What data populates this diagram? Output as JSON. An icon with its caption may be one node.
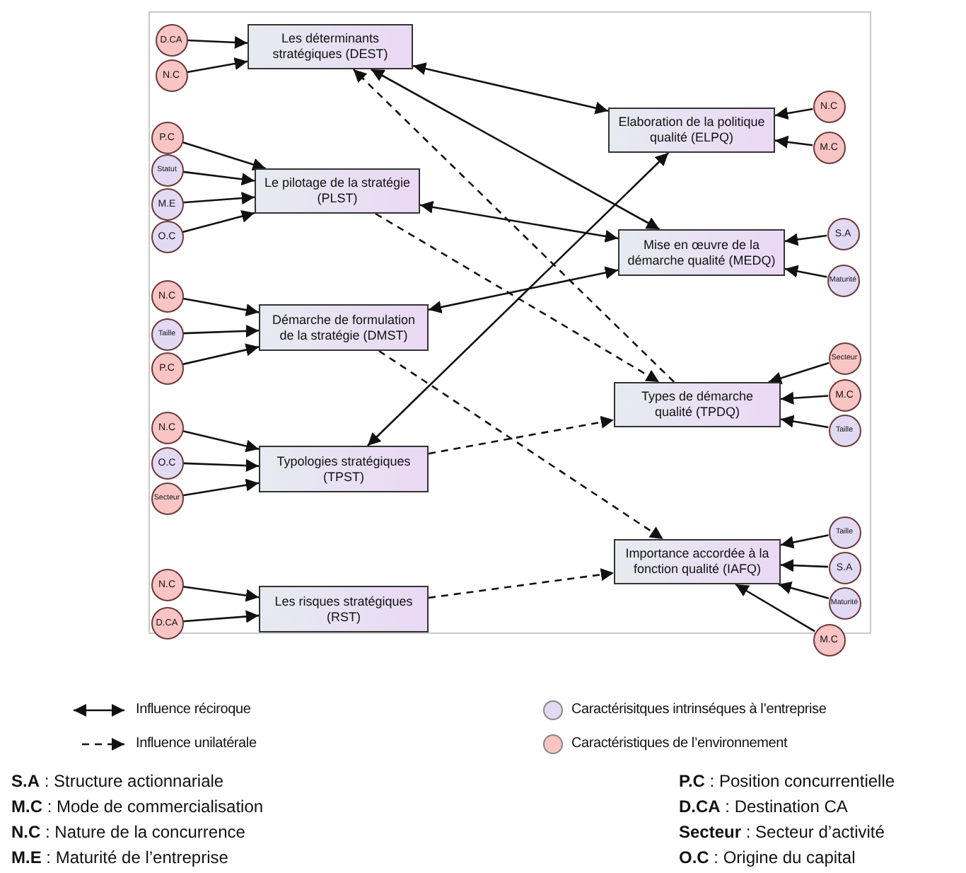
{
  "diagram": {
    "nodes": [
      {
        "text": [
          "Les déterminants stratégiques (DEST)"
        ]
      },
      {
        "text": [
          "Le pilotage de la stratégie (PLST)"
        ]
      },
      {
        "text": [
          "Démarche de formulation de la stratégie (DMST)"
        ]
      },
      {
        "text": [
          "Typologies stratégiques (TPST)"
        ]
      },
      {
        "text": [
          "Les risques stratégiques (RST)"
        ]
      },
      {
        "text": [
          "Elaboration de la politique qualité (ELPQ)"
        ]
      },
      {
        "text": [
          "Mise en œuvre de la démarche qualité (MEDQ)"
        ]
      },
      {
        "text": [
          "Types de démarche qualité (TPDQ)"
        ]
      },
      {
        "text": [
          "Importance accordée à la fonction qualité (IAFQ)"
        ]
      },
      {
        "text": [
          "D.CA"
        ]
      },
      {
        "text": [
          "N.C"
        ]
      },
      {
        "text": [
          "P.C"
        ]
      },
      {
        "text": [
          "Statut"
        ]
      },
      {
        "text": [
          "M.E"
        ]
      },
      {
        "text": [
          "O.C"
        ]
      },
      {
        "text": [
          "N.C"
        ]
      },
      {
        "text": [
          "Taille"
        ]
      },
      {
        "text": [
          "P.C"
        ]
      },
      {
        "text": [
          "N.C"
        ]
      },
      {
        "text": [
          "O.C"
        ]
      },
      {
        "text": [
          "Secteur"
        ]
      },
      {
        "text": [
          "N.C"
        ]
      },
      {
        "text": [
          "D.CA"
        ]
      },
      {
        "text": [
          "N.C"
        ]
      },
      {
        "text": [
          "M.C"
        ]
      },
      {
        "text": [
          "S.A"
        ]
      },
      {
        "text": [
          "Maturité"
        ]
      },
      {
        "text": [
          "Secteur"
        ]
      },
      {
        "text": [
          "M.C"
        ]
      },
      {
        "text": [
          "Taille"
        ]
      },
      {
        "text": [
          "Taille"
        ]
      },
      {
        "text": [
          "S.A"
        ]
      },
      {
        "text": [
          "Maturité"
        ]
      },
      {
        "text": [
          "M.C"
        ]
      }
    ],
    "edges": [
      {
        "from": 0,
        "to": 5,
        "arrow": "both"
      },
      {
        "from": 0,
        "to": 6,
        "arrow": "both"
      },
      {
        "from": 7,
        "to": 0,
        "arrow": "to",
        "style": "dashed"
      },
      {
        "from": 1,
        "to": 6,
        "arrow": "both"
      },
      {
        "from": 1,
        "to": 7,
        "arrow": "to",
        "style": "dashed"
      },
      {
        "from": 2,
        "to": 6,
        "arrow": "both"
      },
      {
        "from": 2,
        "to": 8,
        "arrow": "to",
        "style": "dashed"
      },
      {
        "from": 3,
        "to": 5,
        "arrow": "both"
      },
      {
        "from": 3,
        "to": 7,
        "arrow": "to",
        "style": "dashed"
      },
      {
        "from": 4,
        "to": 8,
        "arrow": "to",
        "style": "dashed"
      },
      {
        "from": 9,
        "to": 0,
        "arrow": "to"
      },
      {
        "from": 10,
        "to": 0,
        "arrow": "to"
      },
      {
        "from": 11,
        "to": 1,
        "arrow": "to"
      },
      {
        "from": 12,
        "to": 1,
        "arrow": "to"
      },
      {
        "from": 13,
        "to": 1,
        "arrow": "to"
      },
      {
        "from": 14,
        "to": 1,
        "arrow": "to"
      },
      {
        "from": 15,
        "to": 2,
        "arrow": "to"
      },
      {
        "from": 16,
        "to": 2,
        "arrow": "to"
      },
      {
        "from": 17,
        "to": 2,
        "arrow": "to"
      },
      {
        "from": 18,
        "to": 3,
        "arrow": "to"
      },
      {
        "from": 19,
        "to": 3,
        "arrow": "to"
      },
      {
        "from": 20,
        "to": 3,
        "arrow": "to"
      },
      {
        "from": 21,
        "to": 4,
        "arrow": "to"
      },
      {
        "from": 22,
        "to": 4,
        "arrow": "to"
      },
      {
        "from": 23,
        "to": 5,
        "arrow": "to"
      },
      {
        "from": 24,
        "to": 5,
        "arrow": "to"
      },
      {
        "from": 25,
        "to": 6,
        "arrow": "to"
      },
      {
        "from": 26,
        "to": 6,
        "arrow": "to"
      },
      {
        "from": 27,
        "to": 7,
        "arrow": "to"
      },
      {
        "from": 28,
        "to": 7,
        "arrow": "to"
      },
      {
        "from": 29,
        "to": 7,
        "arrow": "to"
      },
      {
        "from": 30,
        "to": 8,
        "arrow": "to"
      },
      {
        "from": 31,
        "to": 8,
        "arrow": "to"
      },
      {
        "from": 32,
        "to": 8,
        "arrow": "to"
      },
      {
        "from": 33,
        "to": 8,
        "arrow": "to"
      }
    ],
    "labels": [
      "**S.A** : Structure actionnariale",
      "**M.C** : Mode de commercialisation",
      "**N.C** : Nature de la concurrence",
      "**M.E** : Maturité de l’entreprise",
      "**P.C** : Position concurrentielle",
      "**D.CA** : Destination CA",
      "**Secteur** : Secteur d’activité",
      "**O.C** : Origine du capital"
    ],
    "legend": [
      {
        "text": "Influence réciroque"
      },
      {
        "text": "Influence unilatérale"
      },
      {
        "text": "Caractérisitques intrinséques à l’entreprise",
        "color": "#e2d9f3"
      },
      {
        "text": "Caractéristiques de l’environnement",
        "color": "#f9c4c4"
      }
    ]
  }
}
